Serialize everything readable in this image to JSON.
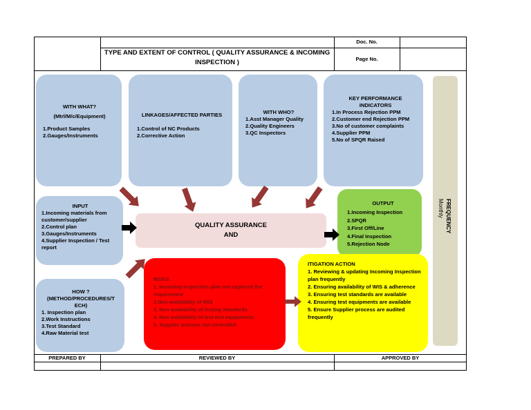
{
  "header": {
    "title_line1": "TYPE AND EXTENT OF CONTROL ( QUALITY ASSURANCE & INCOMING",
    "title_line2": "INSPECTION )",
    "doc_no_label": "Doc. No.",
    "page_no_label": "Page No."
  },
  "with_what": {
    "title_line1": "WITH WHAT?",
    "title_line2": "(Mtrl/M/c/Equipment)",
    "items": [
      "1.Product Samples",
      "2.Gauges/Instruments"
    ]
  },
  "linkages": {
    "title": "LINKAGES/AFFECTED PARTIES",
    "items": [
      "1.Control of NC Products",
      "2.Corrective Action"
    ]
  },
  "with_who": {
    "title": "WITH WHO?",
    "items": [
      "1.Asst Manager Quality",
      "2.Quality Engineers",
      "3.QC Inspectors"
    ]
  },
  "kpi": {
    "title_line1": "KEY PERFORMANCE",
    "title_line2": "INDICATORS",
    "items": [
      "1.In Process Rejection PPM",
      "2.Customer end Rejection PPM",
      "3.No of customer complaints",
      "4.Supplier PPM",
      "5.No of SPQR Raised"
    ]
  },
  "input": {
    "title": "INPUT",
    "items": [
      "1.Incoming materials from customer/supplier",
      "2.Control plan",
      "3.Gauges/Instruments",
      "4.Supplier Inspection / Test report"
    ]
  },
  "center": {
    "line1": "QUALITY ASSURANCE",
    "line2": "AND"
  },
  "output": {
    "title": "OUTPUT",
    "items": [
      "1.Incoming Inspection",
      "2.SPQR",
      "3.First Off/Line",
      "4.Final Inspection",
      "5.Rejection Node"
    ]
  },
  "how": {
    "title_line1": "HOW ?",
    "title_line2": "(METHOD/PROCEDURES/T",
    "title_line3": "ECH)",
    "items": [
      "1. Inspection plan",
      "2.Work Instructions",
      "3.Test Standard",
      "4.Raw Material test"
    ]
  },
  "risks": {
    "title": "RISKS",
    "items": [
      "1. Incoming Inspection plan not captured the requirement",
      "2.Non availability of WIS",
      "3. Non availability of testing Standards",
      "4. Non availability of test test equipments",
      "5. Supplier process not controlled"
    ]
  },
  "mitigation": {
    "title": "ITIGATION ACTION",
    "items": [
      "1. Reviewing & updating Incoming Inspection plan frequently",
      "2. Ensuring availability of WIS & adherence",
      "3. Ensuring test standards are available",
      "4. Ensuring test equipments are available",
      "5. Ensure Supplier process are audited frequently"
    ]
  },
  "frequency": {
    "label": "FREQUENCY",
    "value": "Monthly"
  },
  "footer": {
    "prepared_by": "PREPARED BY",
    "reviewed_by": "REVIEWED BY",
    "approved_by": "APPROVED BY"
  },
  "colors": {
    "blue_box": "#b8cce4",
    "arrow_red": "#953735",
    "center_pink": "#f2dcdb",
    "output_green": "#92d050",
    "risk_red": "#ff0000",
    "mitigation_yellow": "#ffff00",
    "frequency_tan": "#ddd9c3"
  }
}
